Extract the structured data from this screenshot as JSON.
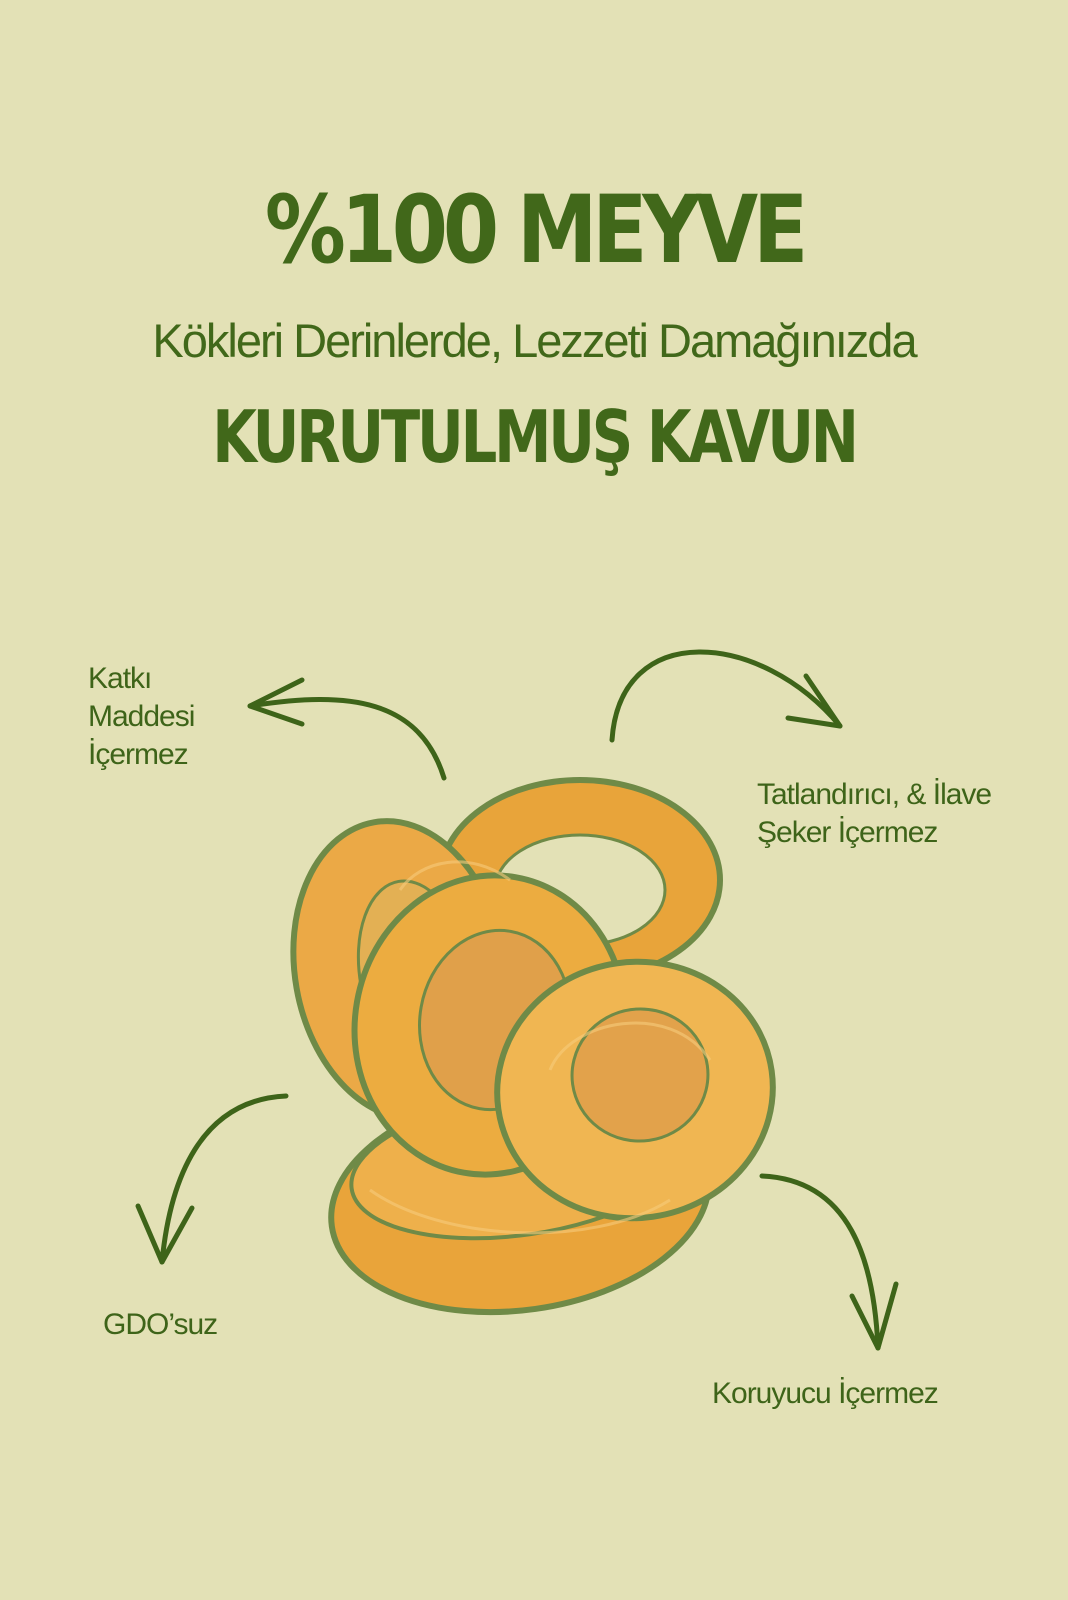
{
  "header": {
    "headline": "%100 MEYVE",
    "subline": "Kökleri Derinlerde, Lezzeti Damağınızda",
    "product_name": "KURUTULMUŞ KAVUN"
  },
  "features": {
    "katki": {
      "line1": "Katkı",
      "line2": "Maddesi",
      "line3": "İçermez"
    },
    "tatlandirici": {
      "line1": "Tatlandırıcı, & İlave",
      "line2": "Şeker İçermez"
    },
    "gdo": {
      "label": "GDO’suz"
    },
    "koruyucu": {
      "label": "Koruyucu İçermez"
    }
  },
  "colors": {
    "background": "#e3e1b6",
    "text_green": "#41681a",
    "melon_orange": "#e9a93c",
    "rind_green": "#6f8a47"
  },
  "image": {
    "subject": "dried-melon-rings"
  }
}
